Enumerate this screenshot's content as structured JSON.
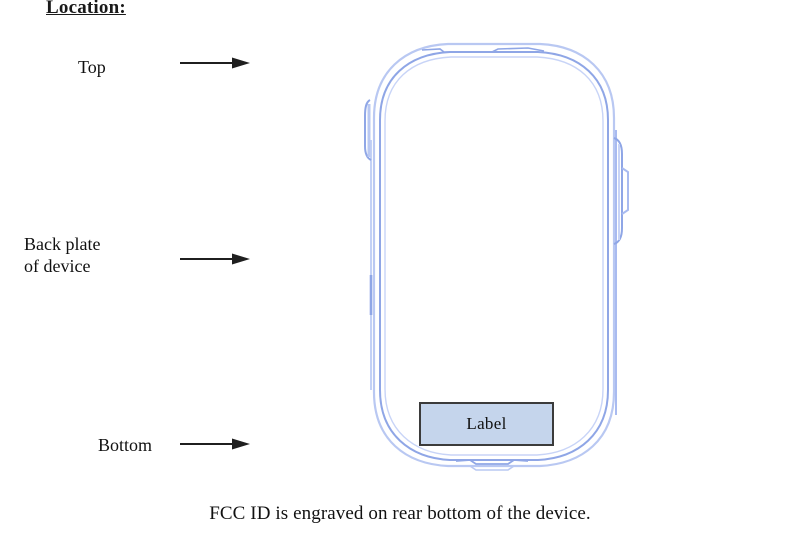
{
  "document": {
    "heading": "Location:",
    "caption": "FCC ID is engraved on rear bottom of the device."
  },
  "annotations": [
    {
      "id": "top",
      "label": "Top",
      "arrow": "arrow-right-icon"
    },
    {
      "id": "backplate",
      "label": "Back plate\nof device",
      "arrow": "arrow-right-icon"
    },
    {
      "id": "bottom",
      "label": "Bottom",
      "arrow": "arrow-right-icon"
    }
  ],
  "device": {
    "name": "phone-back-outline",
    "outline_color": "#8fa6e6",
    "outline_color_light": "#b9c8f2",
    "buttons": [
      {
        "name": "volume-button",
        "side": "left"
      },
      {
        "name": "power-button",
        "side": "right"
      }
    ],
    "label_box": {
      "text": "Label",
      "fill_color": "#c5d5ec",
      "border_color": "#3b3b3b"
    }
  }
}
